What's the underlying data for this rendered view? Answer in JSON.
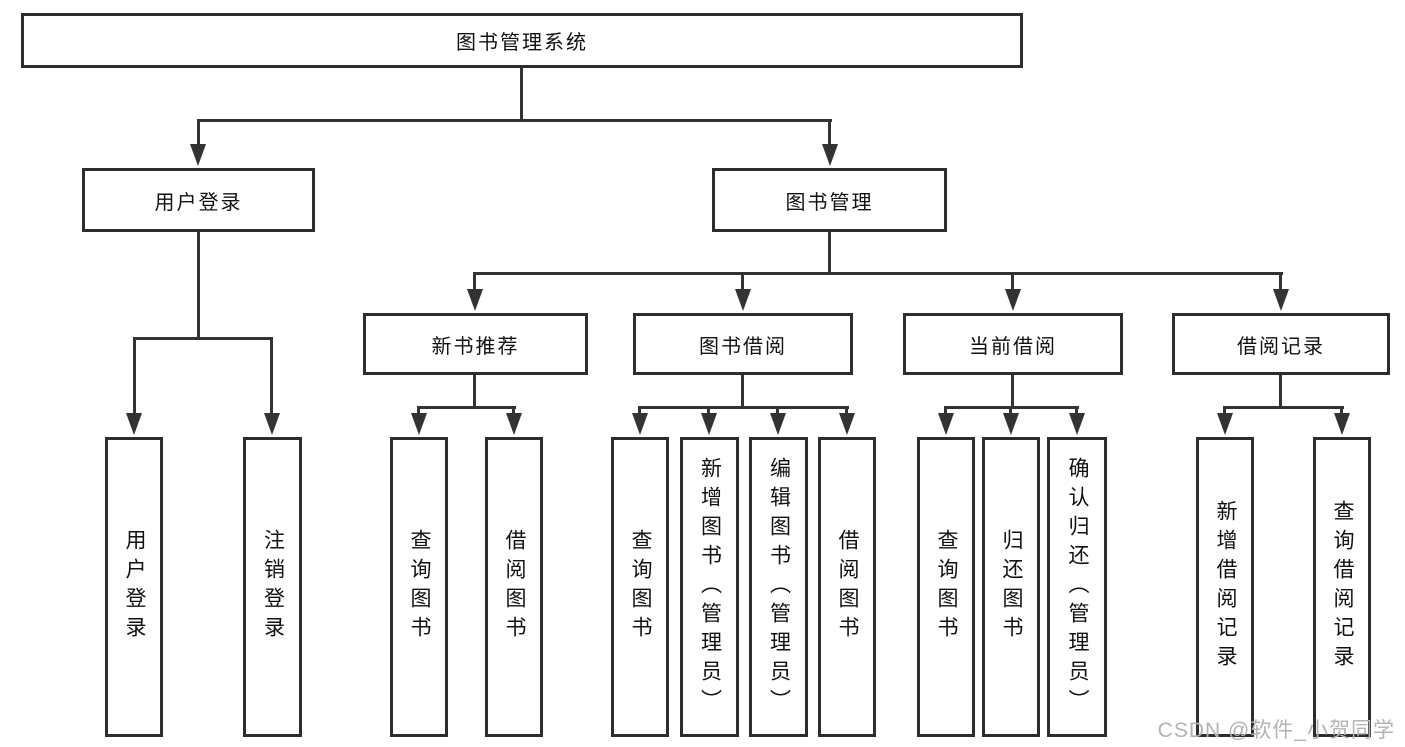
{
  "diagram": {
    "type": "hierarchy-tree",
    "nodes": {
      "root": "图书管理系统",
      "userLogin": "用户登录",
      "bookMgmt": "图书管理",
      "newBooks": "新书推荐",
      "bookBorrow": "图书借阅",
      "currentBorrow": "当前借阅",
      "borrowRecords": "借阅记录",
      "userLoginChildren": [
        "用户登录",
        "注销登录"
      ],
      "newBooksChildren": [
        "查询图书",
        "借阅图书"
      ],
      "bookBorrowChildren": [
        "查询图书",
        "新增图书（管理员）",
        "编辑图书（管理员）",
        "借阅图书"
      ],
      "currentBorrowChildren": [
        "查询图书",
        "归还图书",
        "确认归还（管理员）"
      ],
      "borrowRecordsChildren": [
        "新增借阅记录",
        "查询借阅记录"
      ]
    },
    "colors": {
      "border": "#2d2d2d",
      "line": "#333333",
      "text": "#111111",
      "background": "#ffffff",
      "watermark": "#b3b3b3"
    }
  },
  "watermark": {
    "text": "CSDN @软件_小贺同学"
  }
}
